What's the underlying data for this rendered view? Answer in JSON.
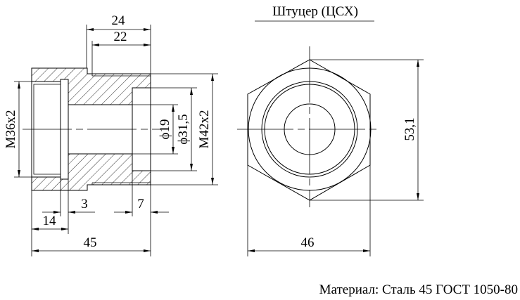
{
  "title": "Штуцер (ЦСХ)",
  "material": "Материал: Сталь 45 ГОСТ 1050-80",
  "section_view": {
    "dimensions": {
      "d24": "24",
      "d22": "22",
      "thread_left": "M36x2",
      "bore_small": "ϕ19",
      "bore_large": "ϕ31,5",
      "thread_right": "M42x2",
      "d3": "3",
      "d7": "7",
      "d14": "14",
      "d45": "45"
    }
  },
  "end_view": {
    "dimensions": {
      "across_flats": "46",
      "across_corners": "53,1"
    }
  }
}
